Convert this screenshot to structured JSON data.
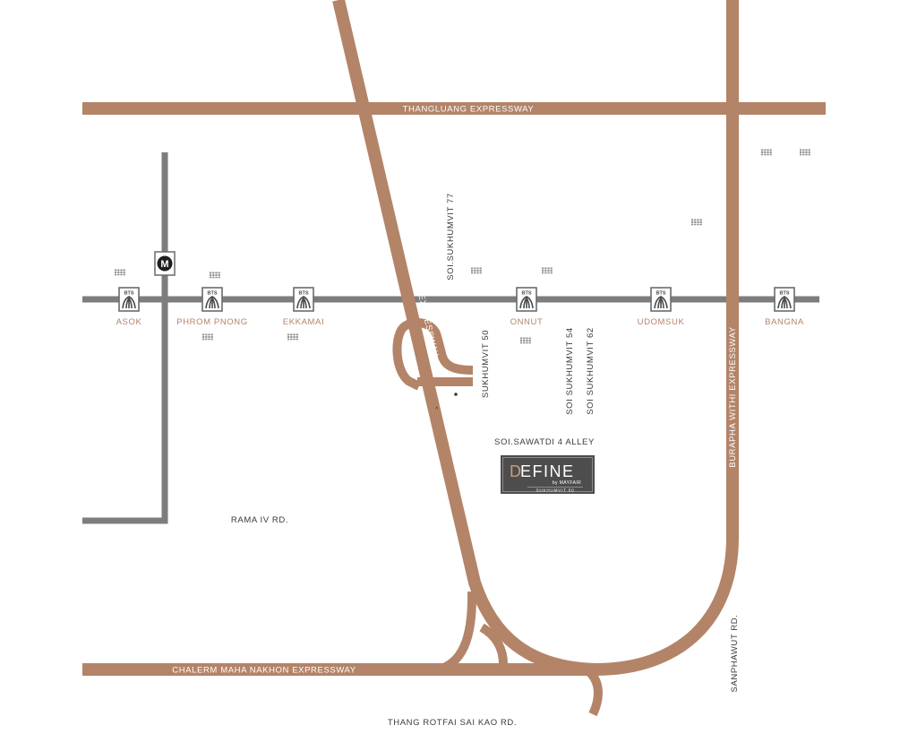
{
  "roads": {
    "thangluang": "THANGLUANG  EXPRESSWAY",
    "ramintra": "RAMINTHRA - AT NARONG EXPRESSWAY",
    "burapha": "BURAPHA WITHI EXPRESSWAY",
    "chalerm": "CHALERM MAHA NAKHON EXPRESSWAY"
  },
  "streets": {
    "soi77": "SOI.SUKHUMVIT 77",
    "soi50": "SUKHUMVIT 50",
    "soi54": "SOI SUKHUMVIT 54",
    "soi62": "SOI SUKHUMVIT 62",
    "sawatdi": "SOI.SAWATDI 4 ALLEY",
    "rama4": "RAMA IV RD.",
    "sanphawut": "SANPHAWUT  RD.",
    "rotfai": "THANG ROTFAI SAI KAO  RD."
  },
  "stations": [
    {
      "id": "asok",
      "label": "ASOK"
    },
    {
      "id": "phrom-pnong",
      "label": "PHROM PNONG"
    },
    {
      "id": "ekkamai",
      "label": "EKKAMAI"
    },
    {
      "id": "onnut",
      "label": "ONNUT"
    },
    {
      "id": "udomsuk",
      "label": "UDOMSUK"
    },
    {
      "id": "bangna",
      "label": "BANGNA"
    }
  ],
  "bts_icon_text": "BTS",
  "mrt_icon_text": "M",
  "project": {
    "initial": "D",
    "name_rest": "EFINE",
    "by_line": "by MAYFAIR",
    "subtitle": "SUKHUMVIT 50"
  },
  "colors": {
    "expressway": "#b38468",
    "rail_line": "#7d7d7d",
    "logo_bg": "#4d4d4d"
  }
}
